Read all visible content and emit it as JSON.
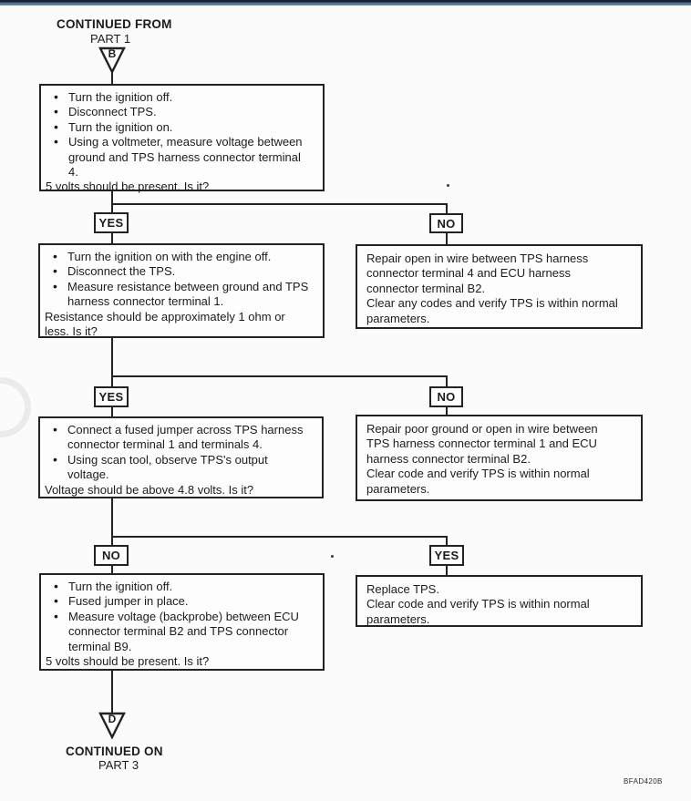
{
  "page": {
    "entry": {
      "label_line1": "CONTINUED FROM",
      "label_line2": "PART 1",
      "connector_letter": "B"
    },
    "exit": {
      "label_line1": "CONTINUED ON",
      "label_line2": "PART 3",
      "connector_letter": "D"
    },
    "doc_code": "BFAD420B",
    "colors": {
      "top_bar": "#5b7b9e",
      "top_bar_edge": "#101c28",
      "ink": "#222222",
      "paper": "#fbfbfb"
    }
  },
  "flowchart": {
    "step1": {
      "bullets": [
        "Turn the ignition off.",
        "Disconnect TPS.",
        "Turn the ignition on.",
        "Using a voltmeter, measure voltage between ground and TPS harness connector terminal 4."
      ],
      "question": "5 volts should be present. Is it?"
    },
    "repair1": {
      "action": "Repair open in wire between TPS harness connector terminal 4 and ECU harness connector terminal B2.",
      "note": "Clear any codes and verify TPS is within normal parameters."
    },
    "step2": {
      "bullets": [
        "Turn the ignition on with the engine off.",
        "Disconnect the TPS.",
        "Measure resistance between ground and TPS harness connector terminal 1."
      ],
      "question": "Resistance should be approximately 1 ohm or less. Is it?"
    },
    "repair2": {
      "action": "Repair poor ground or open in wire between TPS harness connector terminal 1 and ECU harness connector terminal B2.",
      "note": "Clear code and verify TPS is within normal parameters."
    },
    "step3": {
      "bullets": [
        "Connect a fused jumper across TPS harness connector terminal 1 and terminals 4.",
        "Using scan tool, observe TPS's output voltage."
      ],
      "question": "Voltage should be above 4.8 volts. Is it?"
    },
    "repair3": {
      "action": "Replace TPS.",
      "note": "Clear code and verify TPS is within normal parameters."
    },
    "step4": {
      "bullets": [
        "Turn the ignition off.",
        "Fused jumper in place.",
        "Measure voltage (backprobe) between ECU connector terminal B2 and TPS connector terminal B9."
      ],
      "question": "5 volts should be present. Is it?"
    },
    "branch_labels": {
      "b1_yes": "YES",
      "b1_no": "NO",
      "b2_yes": "YES",
      "b2_no": "NO",
      "b3_no": "NO",
      "b3_yes": "YES"
    }
  }
}
